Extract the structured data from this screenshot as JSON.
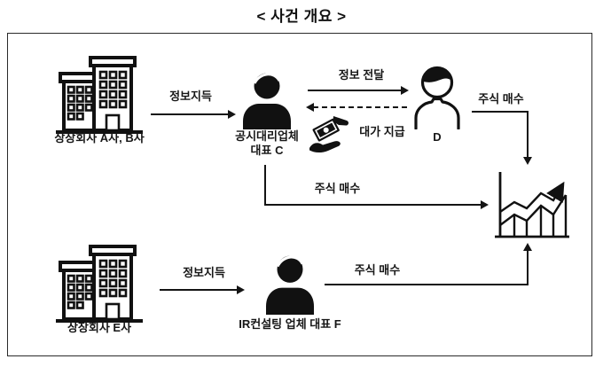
{
  "title": "< 사건 개요 >",
  "colors": {
    "ink": "#111111",
    "background": "#ffffff"
  },
  "nodes": {
    "company_ab": {
      "label": "상장회사 A사, B사"
    },
    "company_e": {
      "label": "상장회사 E사"
    },
    "person_c": {
      "label_line1": "공시대리업체",
      "label_line2": "대표 C"
    },
    "person_d": {
      "label": "D"
    },
    "person_f": {
      "label": "IR컨설팅 업체 대표 F"
    },
    "stock_chart": {
      "meaning": "주가 상승 차트"
    }
  },
  "edges": {
    "info_acquire_ab_to_c": {
      "label": "정보지득"
    },
    "info_transfer_c_to_d": {
      "label": "정보 전달"
    },
    "payment_d_to_c": {
      "label": "대가 지급"
    },
    "stock_buy_d": {
      "label": "주식 매수"
    },
    "stock_buy_c": {
      "label": "주식 매수"
    },
    "info_acquire_e_to_f": {
      "label": "정보지득"
    },
    "stock_buy_f": {
      "label": "주식 매수"
    }
  }
}
